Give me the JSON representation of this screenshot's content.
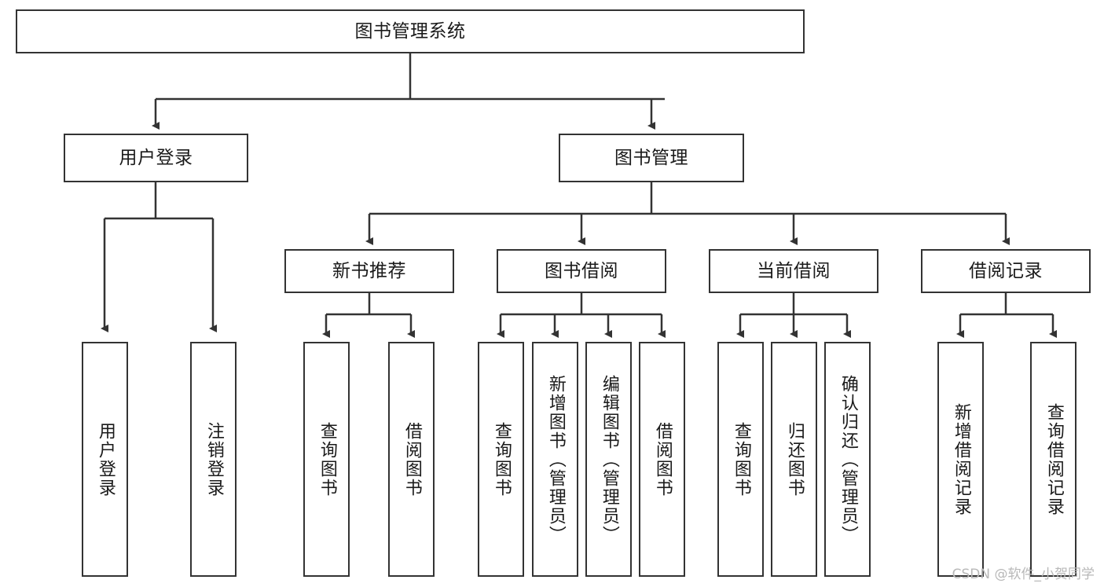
{
  "diagram": {
    "type": "tree-hierarchy",
    "title": "图书管理系统",
    "watermark": "CSDN @软件_小贺同学",
    "colors": {
      "border": "#333333",
      "background": "#ffffff",
      "text": "#1a1a1a",
      "edge": "#333333",
      "watermark": "#b8b8b8"
    },
    "levels": {
      "root": {
        "label": "图书管理系统"
      },
      "level2": [
        {
          "label": "用户登录"
        },
        {
          "label": "图书管理"
        }
      ],
      "level3": [
        {
          "label": "新书推荐"
        },
        {
          "label": "图书借阅"
        },
        {
          "label": "当前借阅"
        },
        {
          "label": "借阅记录"
        }
      ],
      "leaves": [
        {
          "label": "用户登录",
          "parent": "用户登录"
        },
        {
          "label": "注销登录",
          "parent": "用户登录"
        },
        {
          "label": "查询图书",
          "parent": "新书推荐"
        },
        {
          "label": "借阅图书",
          "parent": "新书推荐"
        },
        {
          "label": "查询图书",
          "parent": "图书借阅"
        },
        {
          "label": "新增图书（管理员）",
          "parent": "图书借阅"
        },
        {
          "label": "编辑图书（管理员）",
          "parent": "图书借阅"
        },
        {
          "label": "借阅图书",
          "parent": "图书借阅"
        },
        {
          "label": "查询图书",
          "parent": "当前借阅"
        },
        {
          "label": "归还图书",
          "parent": "当前借阅"
        },
        {
          "label": "确认归还（管理员）",
          "parent": "当前借阅"
        },
        {
          "label": "新增借阅记录",
          "parent": "借阅记录"
        },
        {
          "label": "查询借阅记录",
          "parent": "借阅记录"
        }
      ]
    }
  }
}
